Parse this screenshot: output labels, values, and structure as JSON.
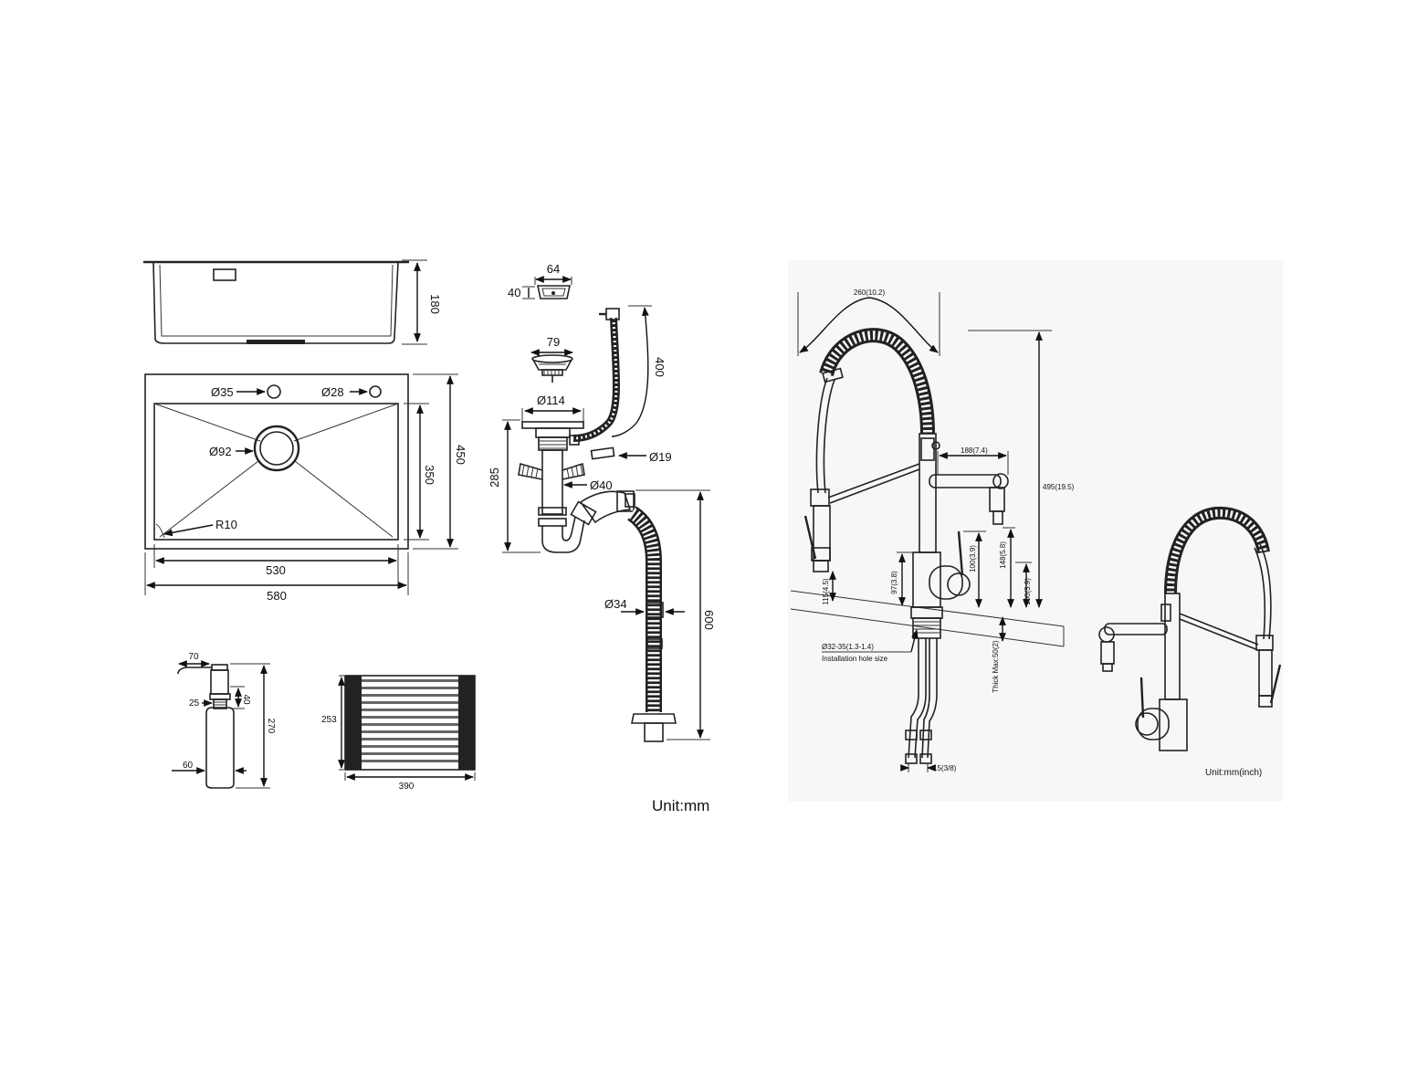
{
  "sink_top_view": {
    "hole_35": "Ø35",
    "hole_28": "Ø28",
    "drain_92": "Ø92",
    "corner_radius": "R10",
    "inner_width": "530",
    "outer_width": "580",
    "inner_depth": "350",
    "outer_depth": "450"
  },
  "sink_side_view": {
    "bowl_height": "180"
  },
  "overflow": {
    "width": "64",
    "height": "40"
  },
  "strainer": {
    "width": "79"
  },
  "overflow_hose": {
    "length": "400"
  },
  "drain": {
    "flange": "Ø114",
    "outlet_19": "Ø19",
    "pipe_40": "Ø40",
    "height": "285",
    "hose_34": "Ø34",
    "hose_length": "600"
  },
  "soap_dispenser": {
    "spout": "70",
    "neck": "25",
    "neck_height": "40",
    "height": "270",
    "body": "60"
  },
  "drying_rack": {
    "height": "253",
    "width": "390"
  },
  "left_unit": "Unit:mm",
  "faucet": {
    "spring_width": "260(10.2)",
    "arm_reach": "188(7.4)",
    "total_height": "495(19.5)",
    "side_148": "148(5.8)",
    "side_100_a": "100(3.9)",
    "side_100_b": "100(3.9)",
    "body_97": "97(3.8)",
    "spray_115": "115(4.5)",
    "hole_size": "Ø32-35(1.3-1.4)",
    "hole_caption": "Installation hole size",
    "thickness": "Thick Max:50(2)",
    "hose_15": "15(3/8)",
    "unit": "Unit:mm(inch)"
  }
}
